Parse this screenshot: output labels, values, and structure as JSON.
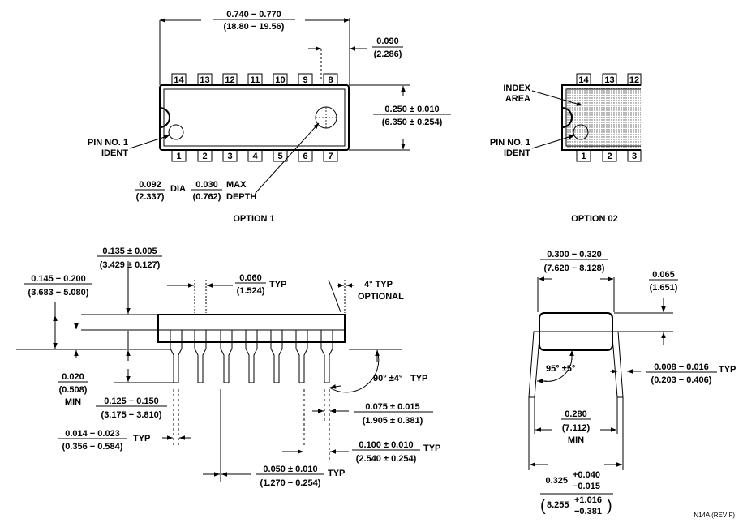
{
  "option1": {
    "width_in": "0.740 − 0.770",
    "width_mm": "(18.80 − 19.56)",
    "pin_pitch_in": "0.090",
    "pin_pitch_mm": "(2.286)",
    "body_w_in": "0.250 ± 0.010",
    "body_w_mm": "(6.350 ± 0.254)",
    "pin1_line1": "PIN NO. 1",
    "pin1_line2": "IDENT",
    "dia_in": "0.092",
    "dia_mm": "(2.337)",
    "dia_label": "DIA",
    "depth_in": "0.030",
    "depth_mm": "(0.762)",
    "max_label": "MAX",
    "depth_label": "DEPTH",
    "caption": "OPTION 1",
    "top_pins": [
      "14",
      "13",
      "12",
      "11",
      "10",
      "9",
      "8"
    ],
    "bottom_pins": [
      "1",
      "2",
      "3",
      "4",
      "5",
      "6",
      "7"
    ]
  },
  "option2": {
    "index_line1": "INDEX",
    "index_line2": "AREA",
    "pin1_line1": "PIN NO. 1",
    "pin1_line2": "IDENT",
    "caption": "OPTION 02",
    "top_pins": [
      "14",
      "13",
      "12"
    ],
    "bottom_pins": [
      "1",
      "2",
      "3"
    ]
  },
  "side": {
    "h1_in": "0.135 ± 0.005",
    "h1_mm": "(3.429 ± 0.127)",
    "h2_in": "0.145 − 0.200",
    "h2_mm": "(3.683 − 5.080)",
    "sh_in": "0.060",
    "sh_mm": "(1.524)",
    "typ": "TYP",
    "angle_label": "4° TYP",
    "optional": "OPTIONAL",
    "so_in": "0.020",
    "so_mm": "(0.508)",
    "min": "MIN",
    "ll_in": "0.125 − 0.150",
    "ll_mm": "(3.175 − 3.810)",
    "right_angle": "90° ±4°",
    "lead_w_in": "0.075 ± 0.015",
    "lead_w_mm": "(1.905 ± 0.381)",
    "lt_in": "0.014 − 0.023",
    "lt_mm": "(0.356 − 0.584)",
    "pitch_in": "0.100 ± 0.010",
    "pitch_mm": "(2.540 ± 0.254)",
    "sw_in": "0.050 ± 0.010",
    "sw_mm": "(1.270 − 0.254)"
  },
  "end": {
    "w_in": "0.300 − 0.320",
    "w_mm": "(7.620 − 8.128)",
    "t_in": "0.065",
    "t_mm": "(1.651)",
    "angle": "95° ±5°",
    "lead_in": "0.008 − 0.016",
    "lead_mm": "(0.203 − 0.406)",
    "typ": "TYP",
    "min_in": "0.280",
    "min_mm": "(7.112)",
    "min": "MIN",
    "sp_in": "0.325",
    "sp_tol_plus": "+0.040",
    "sp_tol_minus": "−0.015",
    "sp_mm": "8.255",
    "sp_mm_plus": "+1.016",
    "sp_mm_minus": "−0.381"
  },
  "drawing_no": "N14A (REV F)"
}
